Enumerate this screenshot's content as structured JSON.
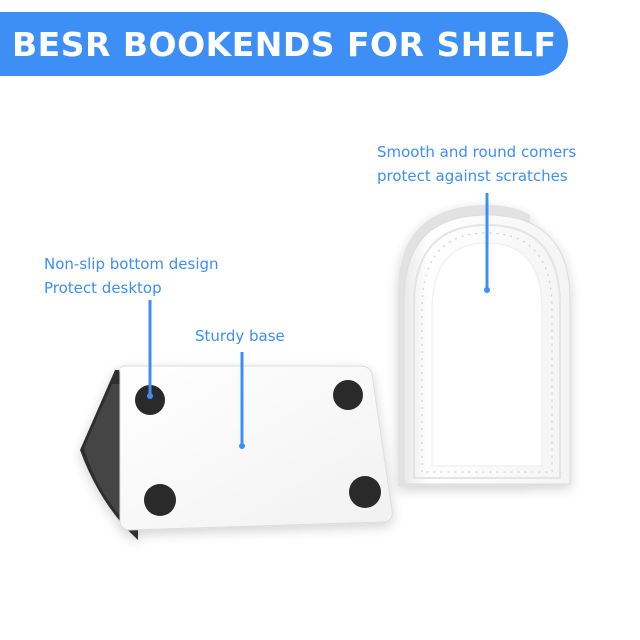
{
  "banner": {
    "title": "BESR BOOKENDS FOR SHELF",
    "color": "#3d8ff5",
    "text_color": "#ffffff"
  },
  "callouts": {
    "corners": {
      "line1": "Smooth and round comers",
      "line2": "protect against scratches"
    },
    "nonslip": {
      "line1": "Non-slip bottom design",
      "line2": "Protect desktop"
    },
    "base": {
      "line1": "Sturdy base"
    }
  },
  "colors": {
    "accent": "#3d8ff5",
    "callout_text": "#3d8ff5",
    "foot_pad": "#2a2a2a",
    "bookend_body": "#ffffff",
    "bookend_shadow": "#e6e6e6"
  },
  "icons": {
    "pointer_lines": "vertical-line-with-dot"
  }
}
